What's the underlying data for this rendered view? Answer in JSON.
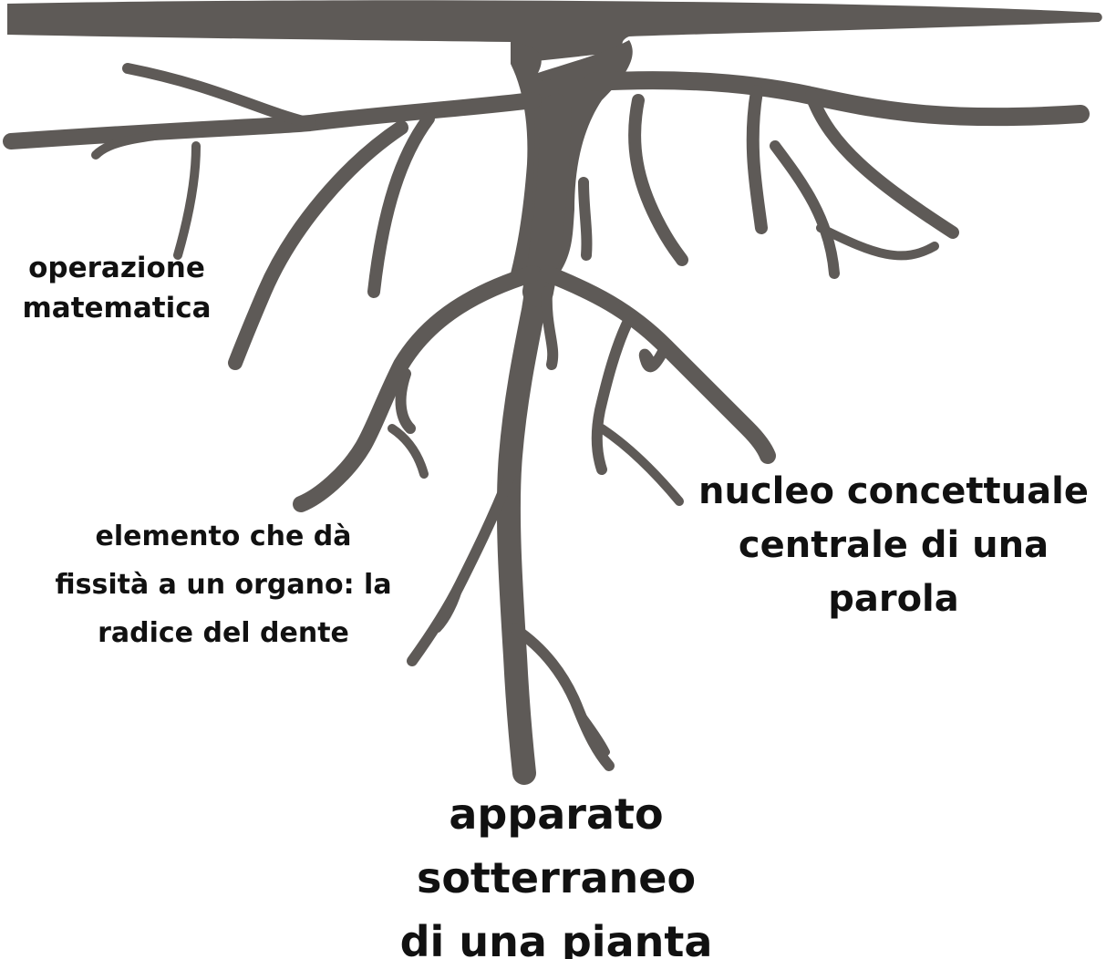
{
  "diagram": {
    "root_color": "#5e5a57",
    "text_color": "#111111",
    "labels": {
      "math": [
        "operazione",
        "matematica"
      ],
      "tooth": [
        "elemento che dà",
        "fissità a un organo: la",
        "radice del dente"
      ],
      "word": [
        "nucleo concettuale",
        "centrale di una",
        "parola"
      ],
      "plant": [
        "apparato",
        "sotterraneo",
        "di una pianta"
      ]
    }
  }
}
